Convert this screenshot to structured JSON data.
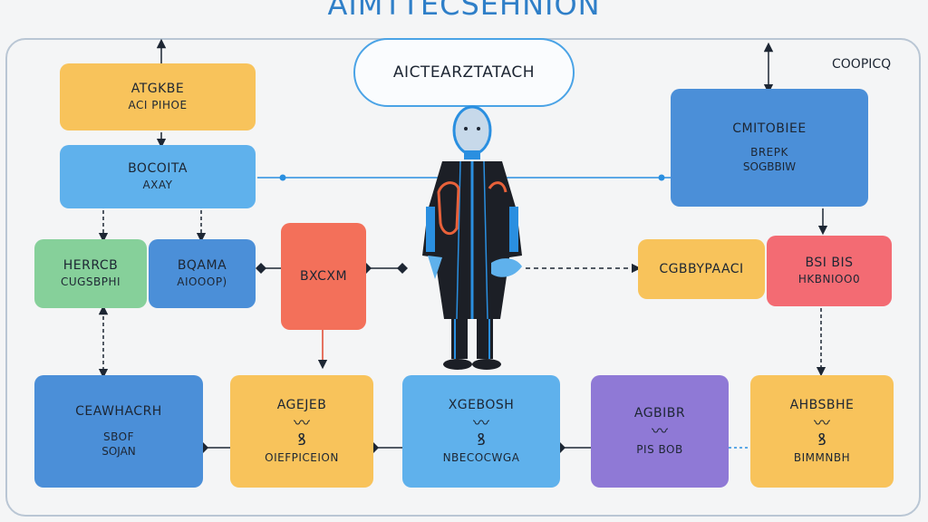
{
  "title": "AIMTTECSEHNION",
  "center_pill": "AICTEARZTATACH",
  "top_right_label": "COOPICQ",
  "boxes": {
    "tl_orange": {
      "l1": "ATGKBE",
      "l2": "ACI PIHOE"
    },
    "tl_blue": {
      "l1": "BOCOITA",
      "l2": "AXAY"
    },
    "ml_green": {
      "l1": "HERRCB",
      "l2": "CUGSBPHI"
    },
    "ml_blue": {
      "l1": "BQAMA",
      "l2": "AIOOOP)"
    },
    "mid_red": {
      "l1": "BXCXM"
    },
    "tr_blue": {
      "l1": "CMITOBIEE",
      "l2": "BREPK",
      "l3": "SOGBBIW"
    },
    "mr_orange": {
      "l1": "CGBBYPAACI"
    },
    "mr_pink": {
      "l1": "BSI BIS",
      "l2": "HKBNIOO0"
    },
    "b1": {
      "l1": "CEAWHACRH",
      "l2": "SBOF",
      "l3": "SOJAN"
    },
    "b2": {
      "l1": "AGEJEB",
      "l2": "OIEFPICEION"
    },
    "b3": {
      "l1": "XGEBOSH",
      "l2": "NBECOCWGA"
    },
    "b4": {
      "l1": "AGBIBR",
      "l2": "PIS BOB"
    },
    "b5": {
      "l1": "AHBSBHE",
      "l2": "BIMMNBH"
    }
  },
  "icons": {
    "person": "robot-figure-icon",
    "glyph": "squiggle-icon"
  },
  "colors": {
    "title": "#2f7fc8",
    "orange": "#f8c35b",
    "blue": "#5fb1ec",
    "dark_blue": "#4b8fd8",
    "green": "#86d09a",
    "red": "#f3705a",
    "pink": "#f36b73",
    "purple": "#8f79d6",
    "connector": "#2a8fe0"
  }
}
